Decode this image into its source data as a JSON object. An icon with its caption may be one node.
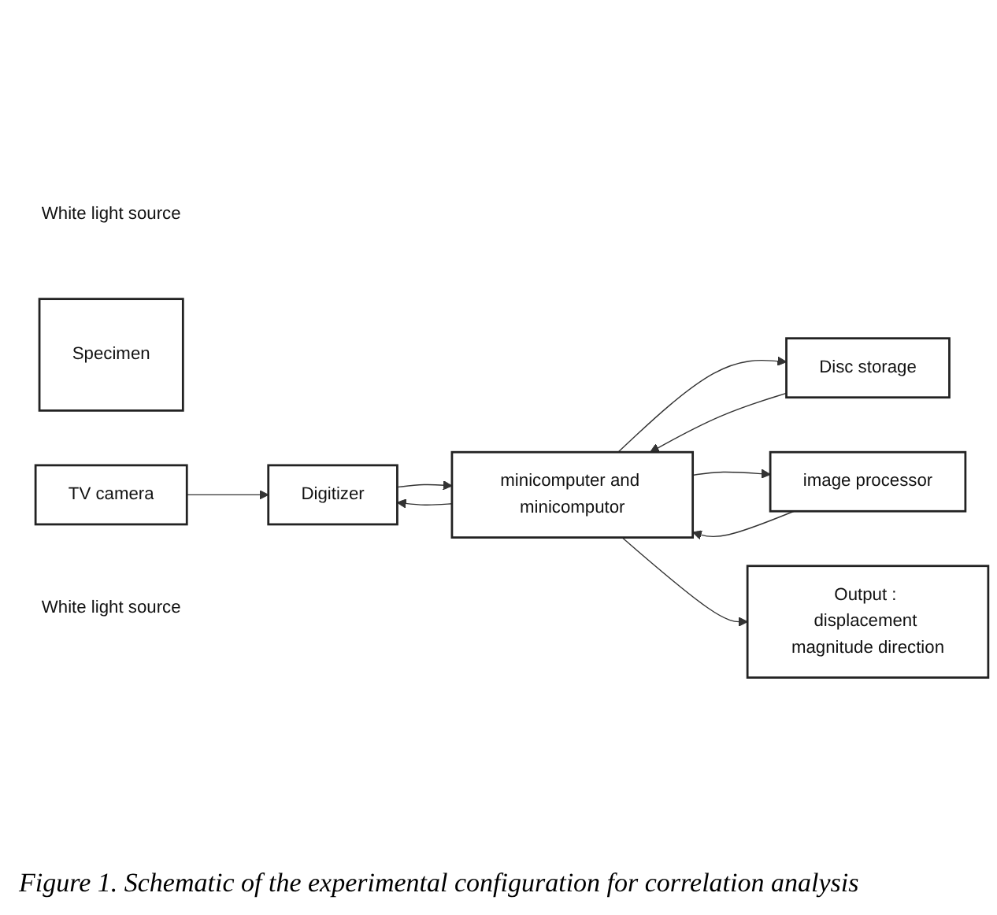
{
  "diagram": {
    "caption": "Figure 1. Schematic of the experimental configuration for correlation analysis",
    "nodes": [
      {
        "text": [
          "White light source"
        ]
      },
      {
        "text": [
          "Specimen"
        ]
      },
      {
        "text": [
          "TV camera"
        ]
      },
      {
        "text": [
          "Digitizer"
        ]
      },
      {
        "text": [
          "White light source"
        ]
      },
      {
        "text": [
          "minicomputer and minicomputor"
        ]
      },
      {
        "text": [
          "Disc storage"
        ]
      },
      {
        "text": [
          "image processor"
        ]
      },
      {
        "text": [
          "Output : displacement magnitude direction"
        ]
      }
    ],
    "edges": [
      {
        "from": 2,
        "to": 3,
        "arrow": "to"
      },
      {
        "from": 5,
        "to": 3,
        "arrow": "to"
      },
      {
        "from": 3,
        "to": 5,
        "arrow": "to"
      },
      {
        "from": 5,
        "to": 6,
        "arrow": "to"
      },
      {
        "from": 6,
        "to": 5,
        "arrow": "to"
      },
      {
        "from": 5,
        "to": 7,
        "arrow": "to"
      },
      {
        "from": 7,
        "to": 5,
        "arrow": "to"
      },
      {
        "from": 5,
        "to": 8,
        "arrow": "to"
      }
    ]
  }
}
